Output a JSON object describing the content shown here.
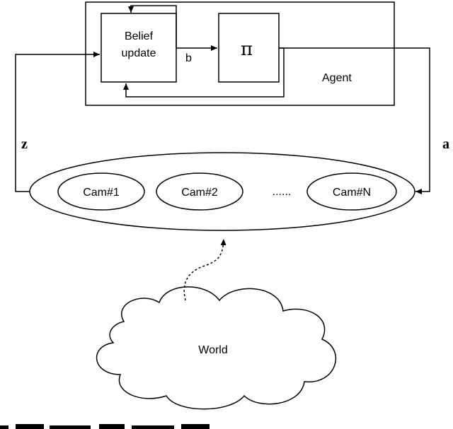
{
  "diagram": {
    "agent_label": "Agent",
    "belief_line1": "Belief",
    "belief_line2": "update",
    "policy_symbol": "π",
    "belief_signal": "b",
    "observation_label": "z",
    "action_label": "a",
    "cameras": [
      "Cam#1",
      "Cam#2",
      "Cam#N"
    ],
    "ellipsis": "......",
    "world_label": "World"
  },
  "colors": {
    "stroke": "#000000",
    "background": "#ffffff"
  }
}
